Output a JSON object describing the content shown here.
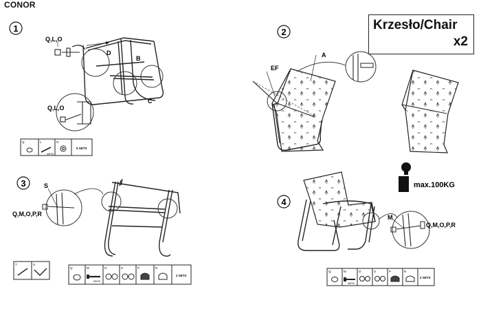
{
  "header": {
    "brand": "CONOR"
  },
  "title_box": {
    "line1": "Krzesło/Chair",
    "line2": "x2"
  },
  "load": {
    "text": "max.100KG"
  },
  "steps": [
    {
      "number": "1",
      "labels": {
        "q_l_o_top": "Q,L,O",
        "q_l_o_bottom": "Q,L,O",
        "b": "B",
        "c": "C",
        "d": "D"
      }
    },
    {
      "number": "2",
      "labels": {
        "a": "A",
        "ef": "EF"
      }
    },
    {
      "number": "3",
      "labels": {
        "s": "S",
        "q_m_o_p_r": "Q,M,O,P,R"
      }
    },
    {
      "number": "4",
      "labels": {
        "m": "M",
        "q_m_o_p_r": "Q,M,O,P,R"
      }
    }
  ],
  "parts_tables": {
    "table1": {
      "letters": [
        "Q",
        "L",
        "O"
      ],
      "sets": "6 SETS",
      "bolt_size": "M6*30"
    },
    "table3_tools": {
      "letters": [
        "T",
        "U"
      ]
    },
    "table3": {
      "letters": [
        "Q",
        "M",
        "O",
        "S",
        "P",
        "R"
      ],
      "sets": "2 SETS",
      "bolt_size": "M6*20"
    },
    "table4": {
      "letters": [
        "Q",
        "M",
        "O",
        "S",
        "P",
        "R"
      ],
      "sets": "2 SETS",
      "bolt_size": "M6*20"
    }
  }
}
